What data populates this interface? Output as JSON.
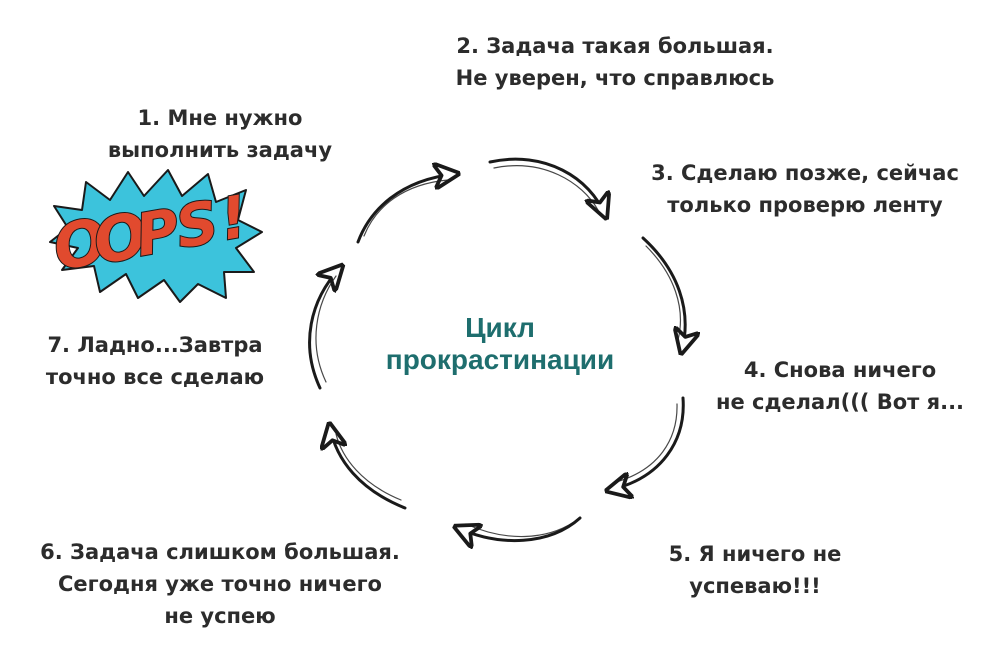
{
  "diagram": {
    "title_lines": [
      "Цикл",
      "прокрастинации"
    ],
    "steps": [
      {
        "lines": [
          "1. Мне нужно",
          "выполнить задачу"
        ]
      },
      {
        "lines": [
          "2. Задача такая большая.",
          "Не уверен, что справлюсь"
        ]
      },
      {
        "lines": [
          "3. Сделаю позже, сейчас",
          "только проверю ленту"
        ]
      },
      {
        "lines": [
          "4. Снова ничего",
          "не сделал((( Вот я..."
        ]
      },
      {
        "lines": [
          "5. Я ничего не",
          "успеваю!!!"
        ]
      },
      {
        "lines": [
          "6. Задача слишком большая.",
          "Сегодня уже точно ничего",
          "не успею"
        ]
      },
      {
        "lines": [
          "7. Ладно...Завтра",
          "точно все сделаю"
        ]
      }
    ],
    "sticker": {
      "text": "OOPS!",
      "icon": "oops-burst-icon"
    },
    "colors": {
      "title": "#1e6e6e",
      "text": "#2c2c2c",
      "burst": "#3cc3dc",
      "oops_red": "#e14a2e",
      "stroke": "#1a1a1a"
    }
  }
}
